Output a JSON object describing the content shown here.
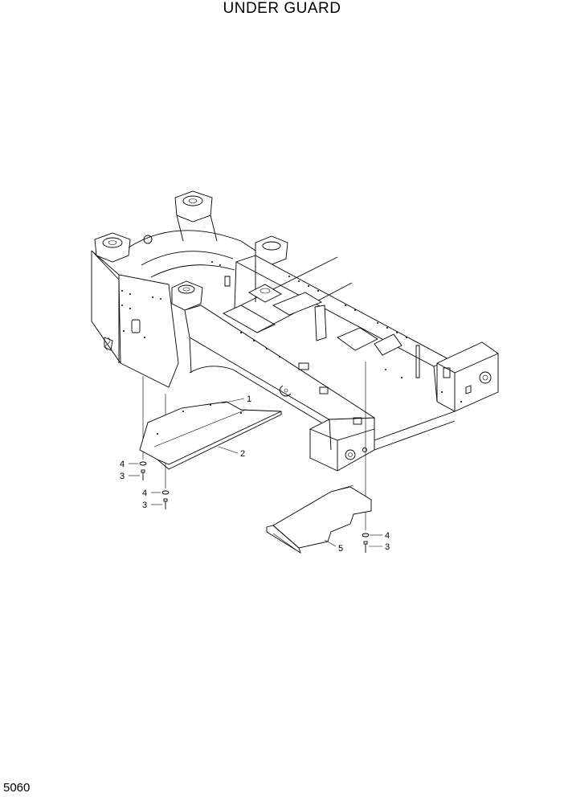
{
  "page": {
    "title": "UNDER GUARD",
    "page_number": "5060"
  },
  "callouts": {
    "c1": "1",
    "c2": "2",
    "c3a": "3",
    "c3b": "3",
    "c3c": "3",
    "c4a": "4",
    "c4b": "4",
    "c4c": "4",
    "c5": "5"
  }
}
